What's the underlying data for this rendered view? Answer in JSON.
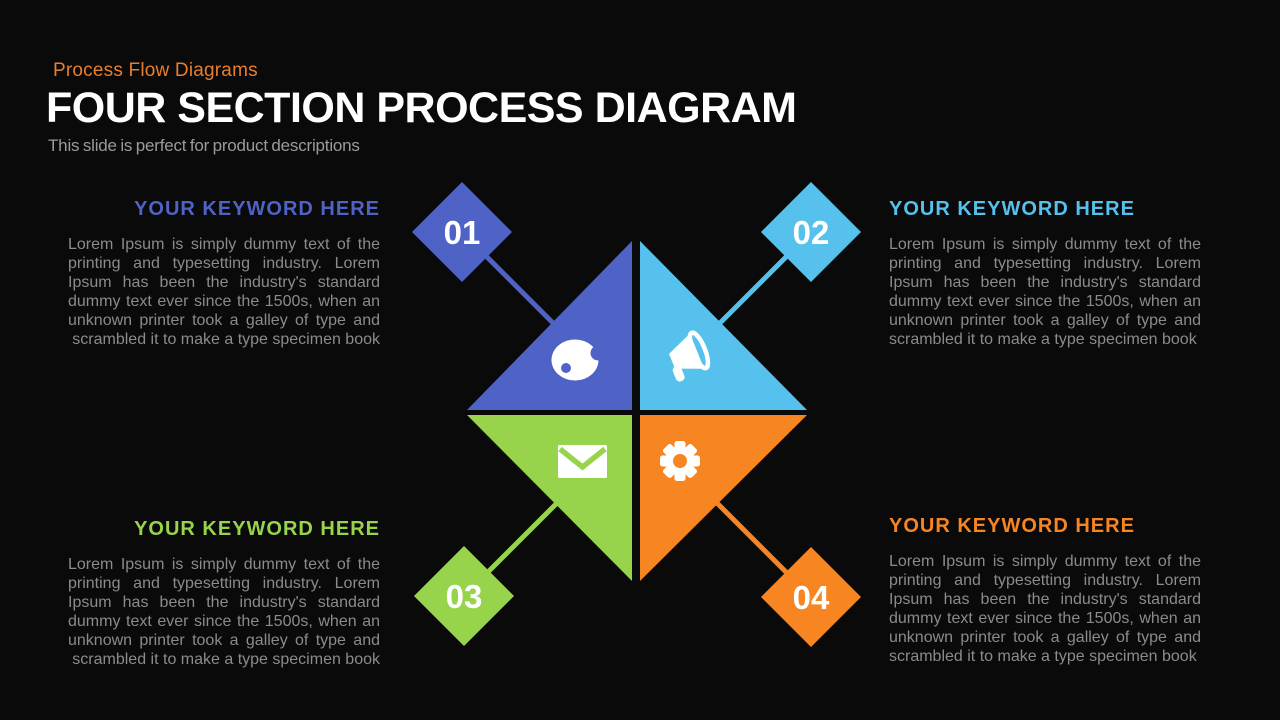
{
  "header": {
    "eyebrow": "Process Flow Diagrams",
    "eyebrow_color": "#E97E2D",
    "title": "FOUR SECTION PROCESS DIAGRAM",
    "subtitle": "This slide is perfect for product descriptions"
  },
  "body_text": "Lorem Ipsum is simply dummy text of the printing and typesetting industry.  Lorem Ipsum has been the industry's standard dummy text ever since the 1500s, when an unknown printer took a galley of type and scrambled it to make a type specimen book",
  "sections": [
    {
      "number": "01",
      "label": "YOUR KEYWORD HERE",
      "color": "#4F63C6",
      "icon": "palette-icon",
      "position": "top-left"
    },
    {
      "number": "02",
      "label": "YOUR KEYWORD HERE",
      "color": "#55C1EC",
      "icon": "megaphone-icon",
      "position": "top-right"
    },
    {
      "number": "03",
      "label": "YOUR KEYWORD HERE",
      "color": "#97D44C",
      "icon": "envelope-icon",
      "position": "bottom-left"
    },
    {
      "number": "04",
      "label": "YOUR KEYWORD HERE",
      "color": "#F78522",
      "icon": "gear-icon",
      "position": "bottom-right"
    }
  ],
  "colors": {
    "background": "#0a0a0a",
    "title_text": "#ffffff",
    "subtitle_text": "#9b9b9b",
    "body_text": "#8b8b8b",
    "icon_fill": "#ffffff"
  }
}
